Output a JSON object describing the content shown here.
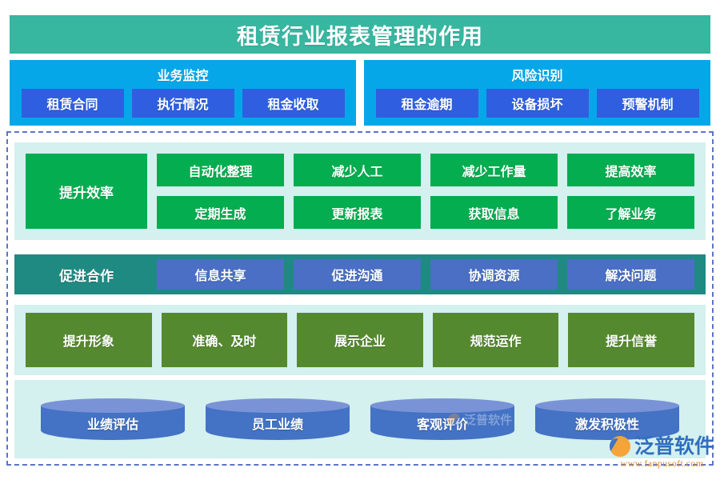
{
  "header": {
    "title": "租赁行业报表管理的作用",
    "bg_color": "#37b6a0"
  },
  "top_panels": [
    {
      "title": "业务监控",
      "chips": [
        "租赁合同",
        "执行情况",
        "租金收取"
      ]
    },
    {
      "title": "风险识别",
      "chips": [
        "租金逾期",
        "设备损坏",
        "预警机制"
      ]
    }
  ],
  "efficiency_row": {
    "lead": "提升效率",
    "items": [
      "自动化整理",
      "减少人工",
      "减少工作量",
      "提高效率",
      "定期生成",
      "更新报表",
      "获取信息",
      "了解业务"
    ],
    "tile_color": "#04ad4f",
    "band_color": "#d4f0ef"
  },
  "cooperation_row": {
    "lead": "促进合作",
    "items": [
      "信息共享",
      "促进沟通",
      "协调资源",
      "解决问题"
    ],
    "band_color": "#1f8a82",
    "chip_color": "#4a6fc4"
  },
  "image_row": {
    "items": [
      "提升形象",
      "准确、及时",
      "展示企业",
      "规范运作",
      "提升信誉"
    ],
    "chip_color": "#55892f",
    "band_color": "#d4f0ef"
  },
  "cylinder_row": {
    "items": [
      "业绩评估",
      "员工业绩",
      "客观评价",
      "激发积极性"
    ],
    "body_color": "#4472c4",
    "top_color": "#7a93d6",
    "band_color": "#d4f0ef"
  },
  "watermark": {
    "text": "泛普软件"
  },
  "logo": {
    "name": "泛普软件",
    "url": "www.fanpusoft.com"
  }
}
